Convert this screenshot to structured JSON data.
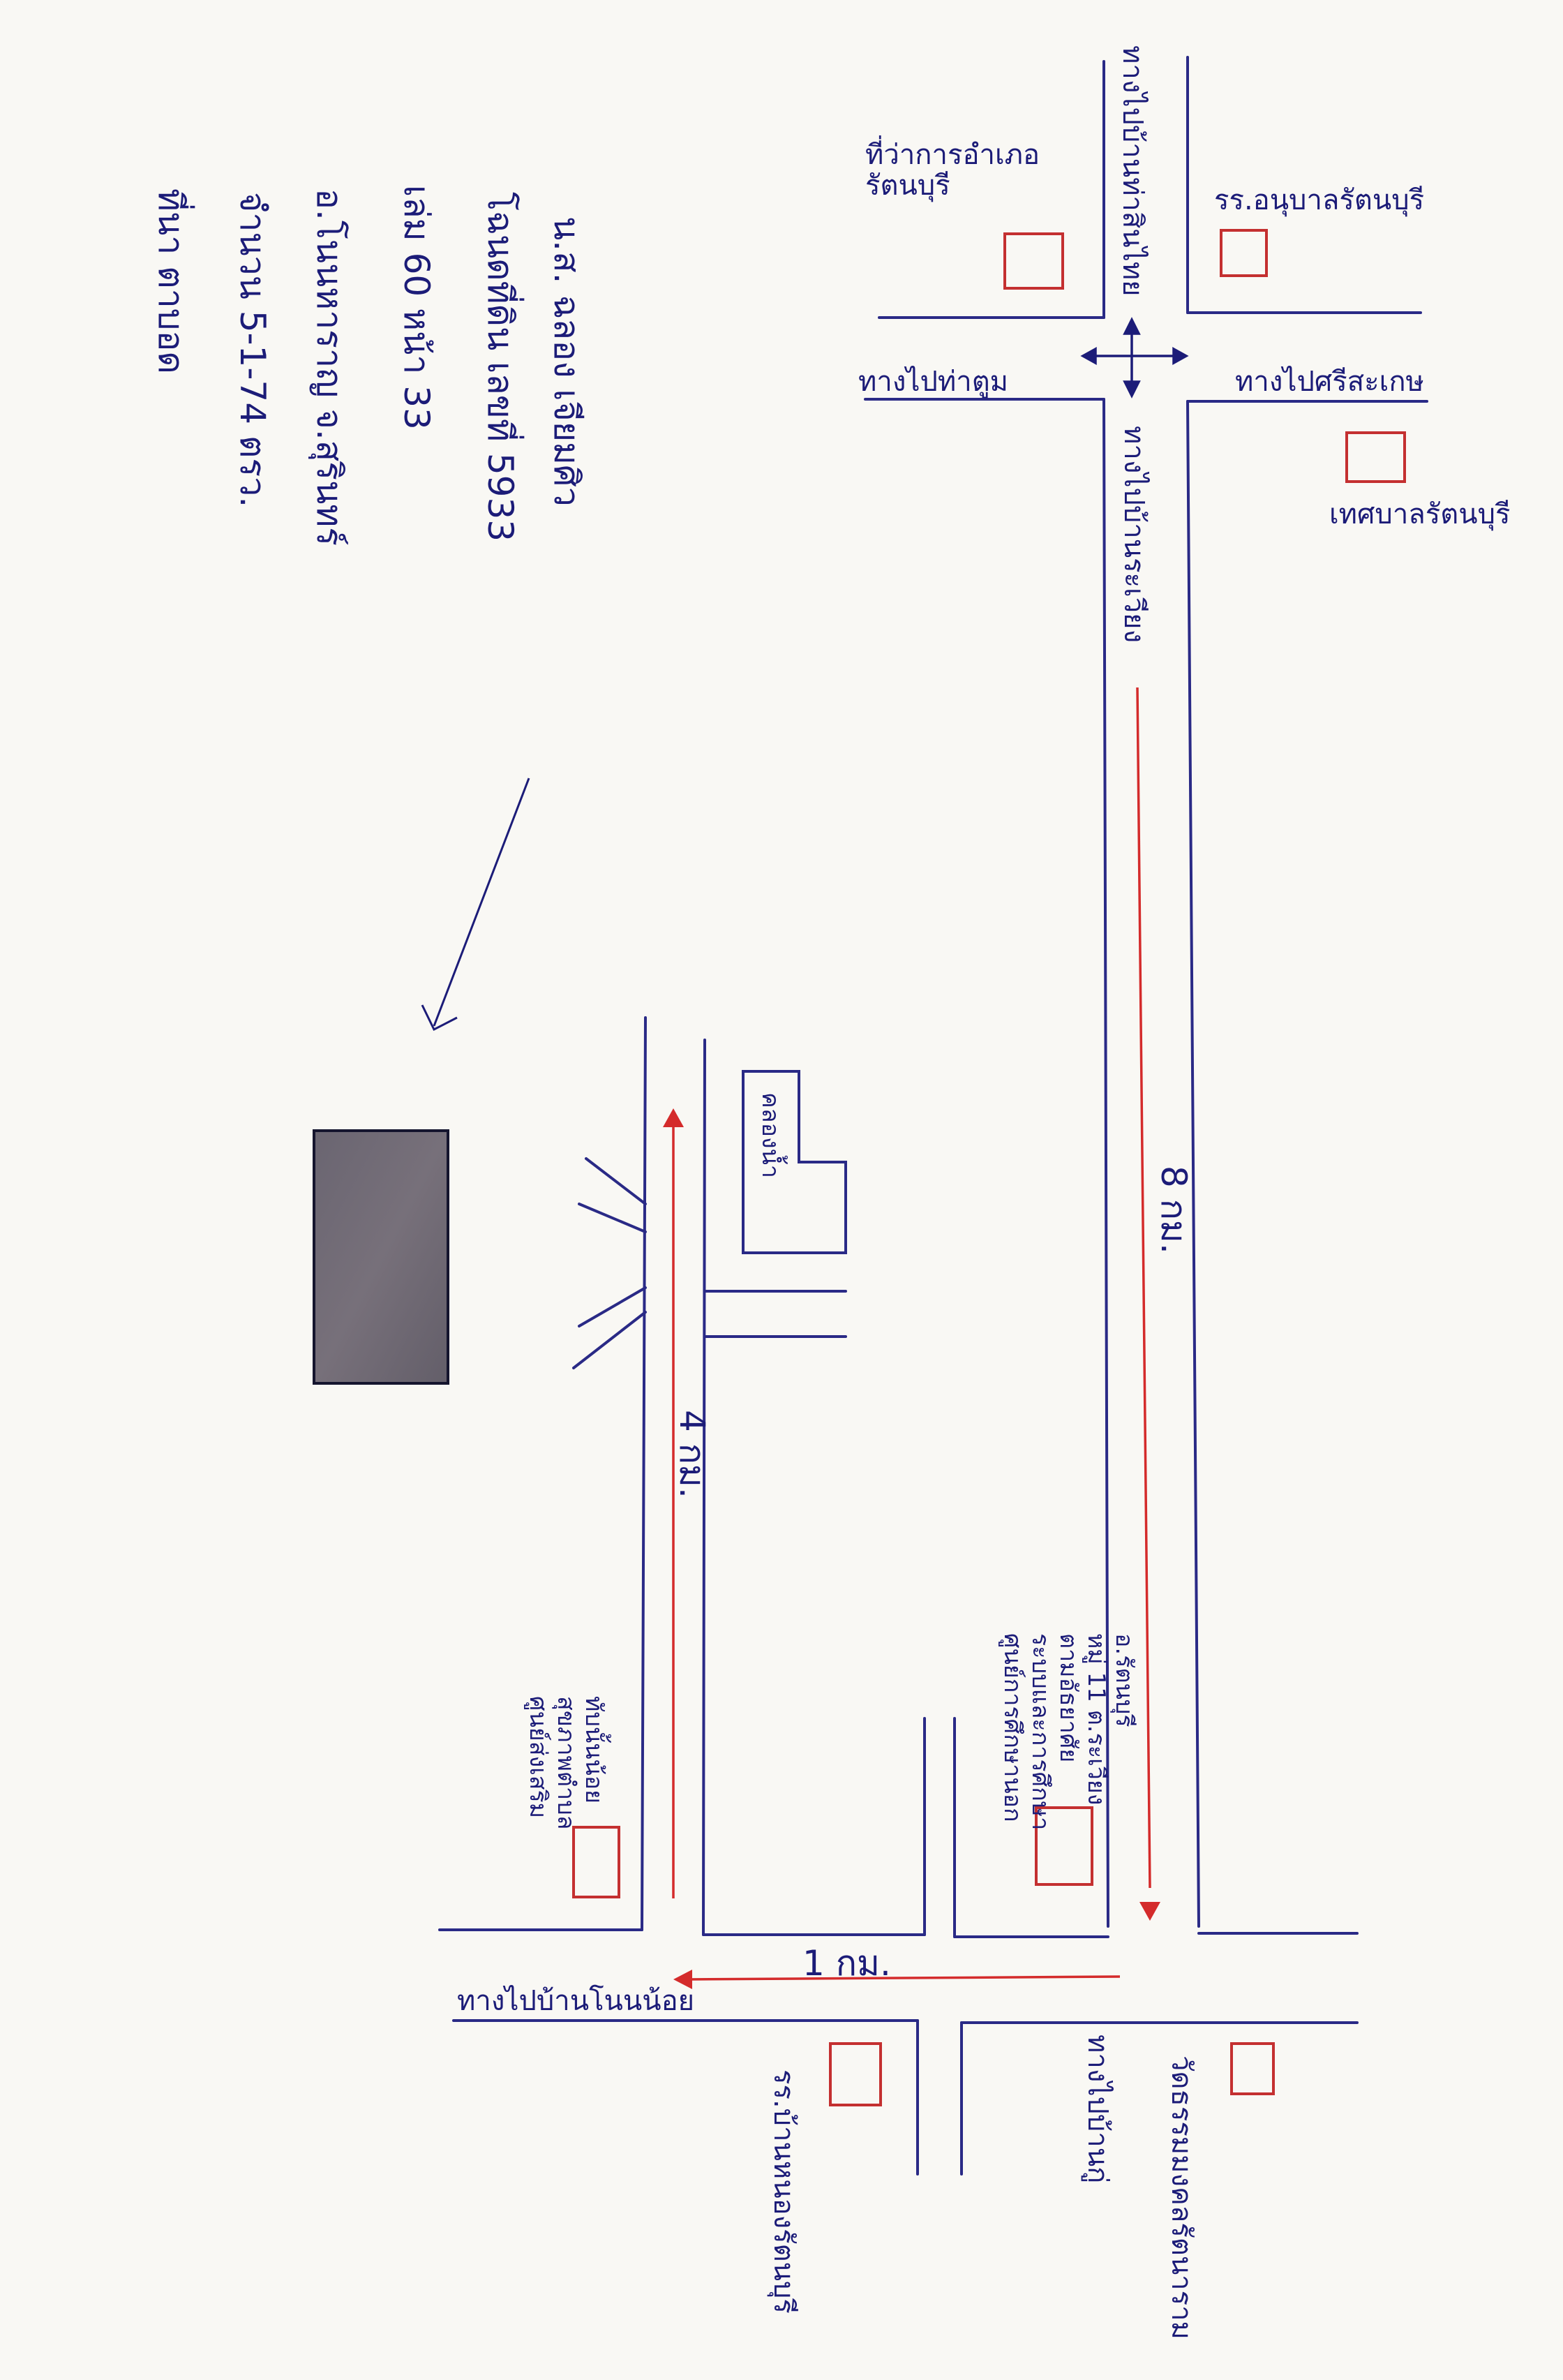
{
  "note": {
    "lines": [
      "น.ส. ฉลอง  เจียมศิว",
      "โฉนดที่ดิน เลขที่ 5933",
      "เล่ม 60  หน้า 33",
      "อ.โนนหาราญ  จ.สุรินทร์",
      "จำนวน 5-1-74 ตรว.",
      "ที่นา ตาบอด"
    ]
  },
  "places": {
    "district_office": "ที่ว่าการอำเภอ\nรัตนบุรี",
    "kindergarten": "รร.อนุบาลรัตนบุรี",
    "municipality": "เทศบาลรัตนบุรี",
    "health_center": "ศูนย์ส่งเสริม\nสุขภาพตำบล\nทับนั้นน้อย",
    "community_center": "ศูนย์การศึกษานอก\nระบบและการศึกษา\nตามอัธยาศัย\nหมู่ 11 ต.ระเวียง\nอ.รัตนบุรี",
    "temple": "วัดธรรมมงคลรัตนาราม",
    "school": "รร.บ้านหนองรัตนบุรี",
    "canal": "คลองน้ำ"
  },
  "roads": {
    "to_north": "ทางไปบ้านท่าสินไทย",
    "to_west": "ทางไปท่าตูม",
    "to_east": "ทางไปศรีสะเกษ",
    "to_main": "ทางไปบ้านระเวียง",
    "to_bottom": "ทางไปบ้านโนนน้อย",
    "to_right_bottom": "ทางไปบ้านกู่"
  },
  "distances": {
    "main": "8 กม.",
    "middle": "4 กม.",
    "bottom": "1 กม."
  },
  "colors": {
    "ink": "#1c1c78",
    "route": "#d42b2b",
    "building": "#c43030",
    "plot": "#6f6a74"
  }
}
